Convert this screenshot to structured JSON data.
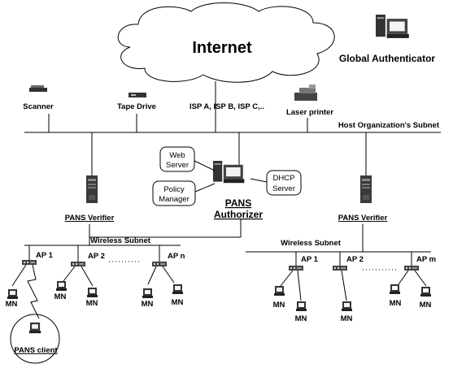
{
  "internet": "Internet",
  "global_authenticator": "Global Authenticator",
  "top_devices": {
    "scanner": "Scanner",
    "tape_drive": "Tape Drive",
    "isp": "ISP A, ISP B, ISP C,..",
    "laser_printer": "Laser printer"
  },
  "host_subnet": "Host Organization's Subnet",
  "servers": {
    "web_line1": "Web",
    "web_line2": "Server",
    "policy_line1": "Policy",
    "policy_line2": "Manager",
    "dhcp_line1": "DHCP",
    "dhcp_line2": "Server"
  },
  "authorizer_line1": "PANS",
  "authorizer_line2": "Authorizer",
  "verifier_left": "PANS Verifier",
  "verifier_right": "PANS Verifier",
  "wireless_left": "Wireless Subnet",
  "wireless_right": "Wireless Subnet",
  "aps_left": [
    "AP 1",
    "AP 2",
    "AP n"
  ],
  "aps_right": [
    "AP 1",
    "AP 2",
    "AP m"
  ],
  "mn": "MN",
  "pans_client": "PANS client"
}
